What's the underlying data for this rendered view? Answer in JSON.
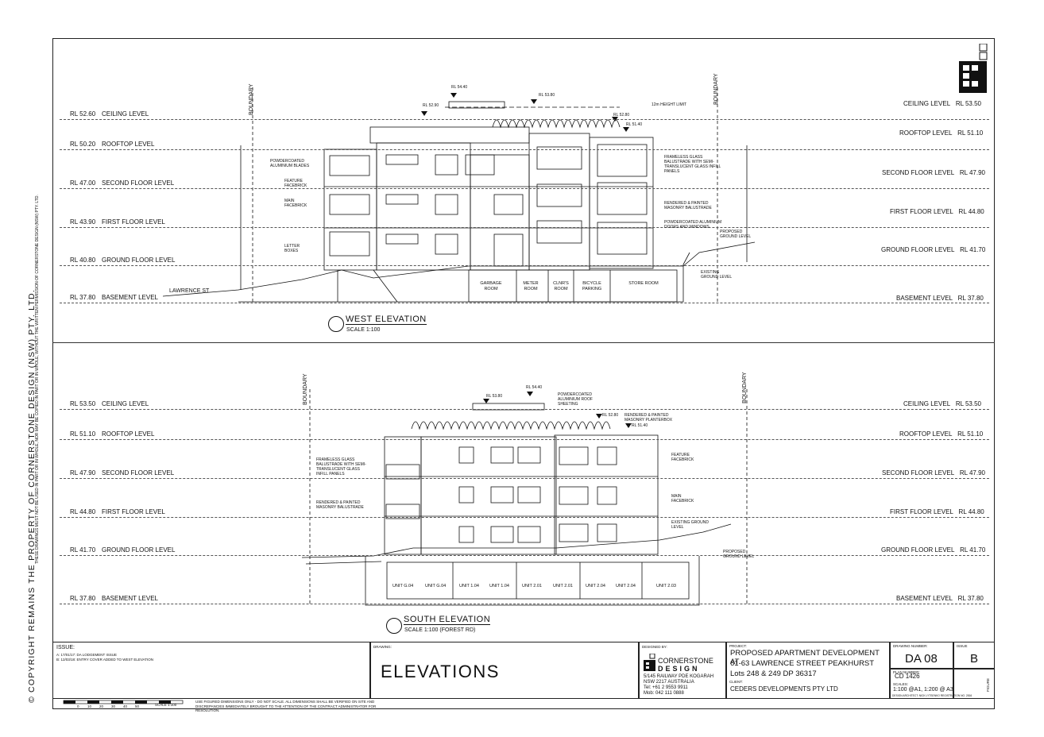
{
  "copyright": "© COPYRIGHT REMAINS THE PROPERTY OF CORNERSTONE DESIGN (NSW) PTY. LTD.",
  "copyright_note": "THESE DRAWINGS MUST NOT BE USED IN PART OR IN WHOLE, NOR MAY BE COPIED IN PART OR IN WHOLE, WITHOUT THE WRITTEN PERMISSION OF CORNERSTONE DESIGN (NSW) PTY. LTD.",
  "boundary_label": "BOUNDARY",
  "west": {
    "title": "WEST ELEVATION",
    "scale": "SCALE 1:100",
    "left_levels": [
      {
        "rl": "RL 52.60",
        "name": "CEILING LEVEL"
      },
      {
        "rl": "RL 50.20",
        "name": "ROOFTOP LEVEL"
      },
      {
        "rl": "RL 47.00",
        "name": "SECOND FLOOR LEVEL"
      },
      {
        "rl": "RL 43.90",
        "name": "FIRST FLOOR LEVEL"
      },
      {
        "rl": "RL 40.80",
        "name": "GROUND FLOOR LEVEL"
      },
      {
        "rl": "RL 37.80",
        "name": "BASEMENT LEVEL"
      }
    ],
    "right_levels": [
      {
        "rl": "RL 53.50",
        "name": "CEILING LEVEL"
      },
      {
        "rl": "RL 51.10",
        "name": "ROOFTOP LEVEL"
      },
      {
        "rl": "RL 47.90",
        "name": "SECOND FLOOR LEVEL"
      },
      {
        "rl": "RL 44.80",
        "name": "FIRST FLOOR LEVEL"
      },
      {
        "rl": "RL 41.70",
        "name": "GROUND FLOOR LEVEL"
      },
      {
        "rl": "RL 37.80",
        "name": "BASEMENT LEVEL"
      }
    ],
    "rl_tags": [
      "RL 54.40",
      "RL 52.90",
      "RL 53.80",
      "RL 52.80",
      "RL 51.40"
    ],
    "height_limit": "12m HEIGHT LIMIT",
    "street": "LAWRENCE ST",
    "rooms": [
      "GARBAGE ROOM",
      "METER ROOM",
      "CLNR'S ROOM",
      "BICYCLE PARKING",
      "STORE ROOM"
    ],
    "notes_left": [
      "POWDERCOATED ALUMINIUM BLADES",
      "FEATURE FACEBRICK",
      "MAIN FACEBRICK",
      "LETTER BOXES"
    ],
    "notes_right": [
      "FRAMELESS GLASS BALUSTRADE WITH SEMI-TRANSLUCENT GLASS INFILL PANELS",
      "RENDERED & PAINTED MASONRY BALUSTRADE",
      "POWDERCOATED ALUMINIUM DOORS AND WINDOWS",
      "PROPOSED GROUND LEVEL",
      "EXISTING GROUND LEVEL"
    ]
  },
  "south": {
    "title": "SOUTH ELEVATION",
    "scale": "SCALE 1:100 (FOREST RD)",
    "left_levels": [
      {
        "rl": "RL 53.50",
        "name": "CEILING LEVEL"
      },
      {
        "rl": "RL 51.10",
        "name": "ROOFTOP LEVEL"
      },
      {
        "rl": "RL 47.90",
        "name": "SECOND FLOOR LEVEL"
      },
      {
        "rl": "RL 44.80",
        "name": "FIRST FLOOR LEVEL"
      },
      {
        "rl": "RL 41.70",
        "name": "GROUND FLOOR LEVEL"
      },
      {
        "rl": "RL 37.80",
        "name": "BASEMENT LEVEL"
      }
    ],
    "right_levels": [
      {
        "rl": "RL 53.50",
        "name": "CEILING LEVEL"
      },
      {
        "rl": "RL 51.10",
        "name": "ROOFTOP LEVEL"
      },
      {
        "rl": "RL 47.90",
        "name": "SECOND FLOOR LEVEL"
      },
      {
        "rl": "RL 44.80",
        "name": "FIRST FLOOR LEVEL"
      },
      {
        "rl": "RL 41.70",
        "name": "GROUND FLOOR LEVEL"
      },
      {
        "rl": "RL 37.80",
        "name": "BASEMENT LEVEL"
      }
    ],
    "rl_tags": [
      "RL 54.40",
      "RL 53.80",
      "RL 52.80",
      "RL 51.40"
    ],
    "units": [
      "UNIT G.04",
      "UNIT G.04",
      "UNIT 1.04",
      "UNIT 1.04",
      "UNIT 2.01",
      "UNIT 2.01",
      "UNIT 2.04",
      "UNIT 2.04",
      "UNIT 2.03"
    ],
    "notes_left": [
      "FRAMELESS GLASS BALUSTRADE WITH SEMI-TRANSLUCENT GLASS INFILL PANELS",
      "RENDERED & PAINTED MASONRY BALUSTRADE"
    ],
    "notes_right": [
      "POWDERCOATED ALUMINIUM ROOF SHEETING",
      "RENDERED & PAINTED MASONRY PLANTERBOX",
      "FEATURE FACEBRICK",
      "MAIN FACEBRICK",
      "EXISTING GROUND LEVEL",
      "PROPOSED GROUND LEVEL"
    ]
  },
  "titleblock": {
    "issue_label": "ISSUE:",
    "issues": [
      "A: 17/01/17: DA LODGEMENT ISSUE",
      "B: 12/03/18: ENTRY COVER ADDED TO WEST ELEVATION"
    ],
    "drawing_label": "DRAWING:",
    "drawing": "ELEVATIONS",
    "designed_by": "DESIGNED BY:",
    "company_line1": "CORNERSTONE",
    "company_line2": "DESIGN",
    "address": [
      "5/145 RAILWAY PDE KOGARAH",
      "NSW 2217 AUSTRALIA",
      "Tel: +61 2 9553 9911",
      "Mob: 042 111 0888"
    ],
    "project_label": "PROJECT:",
    "project": [
      "PROPOSED APARTMENT DEVELOPMENT AT",
      "61-63 LAWRENCE STREET PEAKHURST",
      "Lots 248 & 249 DP 36317"
    ],
    "client_label": "CLIENT:",
    "client": "CEDERS DEVELOPMENTS PTY LTD",
    "drawing_number_label": "DRAWING NUMBER:",
    "drawing_number": "DA 08",
    "issue_box_label": "ISSUE",
    "issue_letter": "B",
    "planner_label": "PLAN NUMBER:",
    "planner": "CD 1426",
    "scales_label": "SCALES:",
    "scales": "1:100 @A1, 1:200 @ A3",
    "registration": "DESIGN ARCHITECT: NICK LYTSENKO REGISTRATION NO. 2816",
    "figure": "FIGURE",
    "disclaimer": "USE FIGURED DIMENSIONS ONLY - DO NOT SCALE. ALL DIMENSIONS SHALL BE VERIFIED ON SITE AND DISCREPANCIES IMMEDIATELY BROUGHT TO THE ATTENTION OF THE CONTRACT ADMINISTRATOR FOR RESOLUTION.",
    "scale_ticks": [
      "0",
      "10",
      "20",
      "30",
      "40",
      "50"
    ],
    "scale_unit": "SCALE 1:100"
  }
}
